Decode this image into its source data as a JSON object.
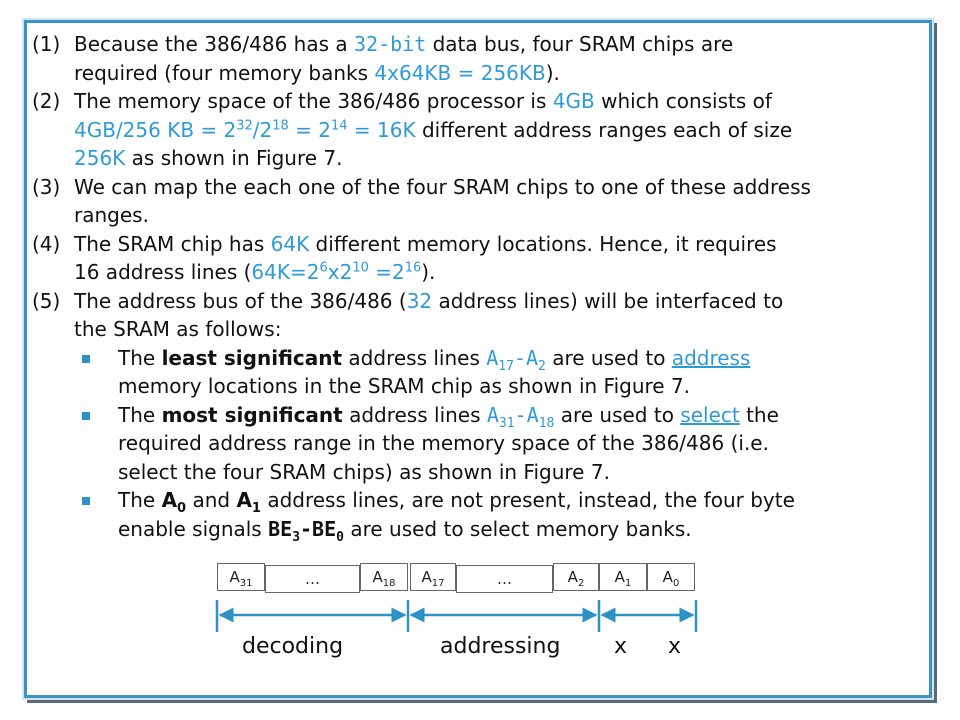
{
  "items": [
    {
      "num": "(1)",
      "lines": [
        "Because the 386/486 has a 32-bit data bus, four SRAM chips are",
        "required (four memory banks 4x64KB = 256KB)."
      ]
    },
    {
      "num": "(2)",
      "lines": [
        "The memory space of the 386/486 processor is 4GB which consists of",
        "4GB/256 KB = 2^32/2^18 = 2^14 = 16K different address ranges each of size",
        "256K as shown in Figure 7."
      ]
    },
    {
      "num": "(3)",
      "lines": [
        "We can map the each one of the four SRAM chips to one of these address",
        "ranges."
      ]
    },
    {
      "num": "(4)",
      "lines": [
        "The SRAM chip has 64K different memory locations. Hence, it requires",
        "16 address lines (64K=2^6x2^10 =2^16)."
      ]
    },
    {
      "num": "(5)",
      "lines": [
        "The address bus of the 386/486 (32 address lines) will be interfaced to",
        "the SRAM as follows:"
      ]
    }
  ],
  "subitems": [
    {
      "lines": [
        "The least significant address lines A17-A2 are used to address",
        "memory locations in the SRAM chip as shown in Figure 7."
      ]
    },
    {
      "lines": [
        "The most significant address lines A31-A18 are used to select the",
        "required address range in the memory space of the 386/486 (i.e.",
        "select the four SRAM chips) as shown in Figure 7."
      ]
    },
    {
      "lines": [
        "The A0 and A1 address lines, are not present, instead, the four byte",
        "enable signals BE3-BE0 are used to select memory banks."
      ]
    }
  ],
  "diagram": {
    "cells": [
      {
        "label": "A",
        "sub": "31"
      },
      {
        "label": "…",
        "sub": ""
      },
      {
        "label": "A",
        "sub": "18"
      },
      {
        "label": "A",
        "sub": "17"
      },
      {
        "label": "…",
        "sub": ""
      },
      {
        "label": "A",
        "sub": "2"
      },
      {
        "label": "A",
        "sub": "1"
      },
      {
        "label": "A",
        "sub": "0"
      }
    ],
    "ranges": [
      "decoding",
      "addressing",
      "x",
      "x"
    ]
  },
  "colors": {
    "accent": "#2f9bd6",
    "frame": "#3f93c4",
    "bullet": "#2f92c7"
  }
}
